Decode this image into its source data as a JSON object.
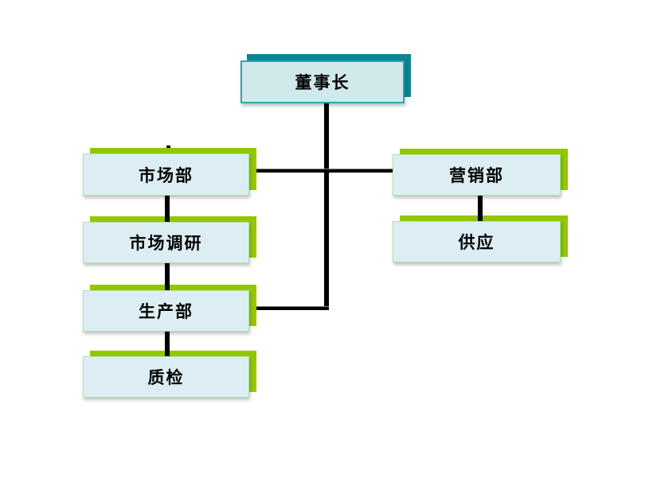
{
  "diagram": {
    "type": "org-chart",
    "nodes": {
      "chairman": {
        "label": "董事长"
      },
      "marketing": {
        "label": "市场部"
      },
      "market_research": {
        "label": "市场调研"
      },
      "production": {
        "label": "生产部"
      },
      "quality": {
        "label": "质检"
      },
      "sales": {
        "label": "营销部"
      },
      "supply": {
        "label": "供应"
      }
    },
    "edges": [
      {
        "from": "董事长",
        "to": "市场部"
      },
      {
        "from": "董事长",
        "to": "营销部"
      },
      {
        "from": "董事长",
        "to": "生产部"
      },
      {
        "from": "市场部",
        "to": "市场调研"
      },
      {
        "from": "市场调研",
        "to": "生产部"
      },
      {
        "from": "生产部",
        "to": "质检"
      },
      {
        "from": "营销部",
        "to": "供应"
      }
    ],
    "colors": {
      "background": "#ffffff",
      "text": "#000000",
      "connector": "#000000",
      "chairman_fill": "#d0e9eb",
      "chairman_border": "#2ba6b0",
      "chairman_shadow": "#0e8394",
      "dept_fill": "#dceef3",
      "dept_border": "#a6e8a6",
      "dept_shadow": "#94c600"
    }
  }
}
